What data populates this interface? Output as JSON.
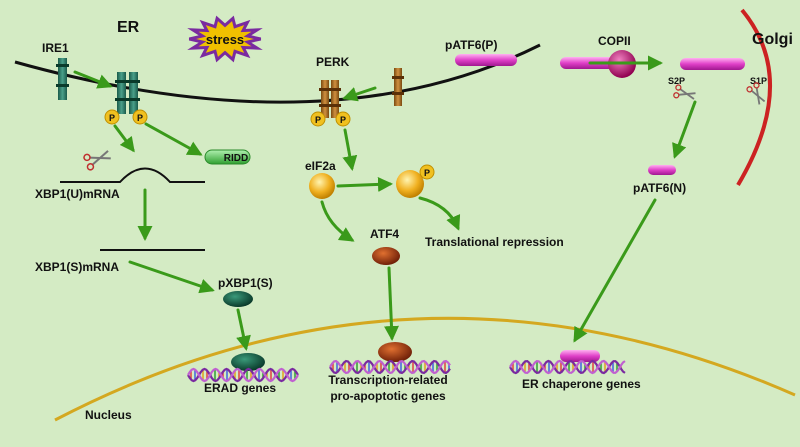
{
  "diagram": {
    "compartments": {
      "er": "ER",
      "golgi": "Golgi",
      "nucleus": "Nucleus"
    },
    "stress_label": "stress",
    "ire1_branch": {
      "sensor": "IRE1",
      "phospho": "P",
      "ridd": "RIDD",
      "unspliced_mrna": "XBP1(U)mRNA",
      "spliced_mrna": "XBP1(S)mRNA",
      "protein": "pXBP1(S)",
      "target_genes": "ERAD genes"
    },
    "perk_branch": {
      "sensor": "PERK",
      "phospho": "P",
      "eif2a": "eIF2a",
      "repression": "Translational repression",
      "atf4": "ATF4",
      "target_genes_line1": "Transcription-related",
      "target_genes_line2": "pro-apoptotic genes"
    },
    "atf6_branch": {
      "precursor": "pATF6(P)",
      "transport": "COPII",
      "protease_s2p": "S2P",
      "protease_s1p": "S1P",
      "cleaved": "pATF6(N)",
      "target_genes": "ER chaperone genes"
    },
    "colors": {
      "background": "#d4ebc4",
      "arrow": "#3a9a1a",
      "membrane": "#111111",
      "nuclear_envelope": "#d4a820",
      "golgi": "#cc2222",
      "ire1": "#2a7a6a",
      "perk": "#b07020",
      "atf6": "#e040c8",
      "phospho": "#f0c020",
      "stress_star": "#7a2aa0",
      "stress_fill": "#f0c000",
      "xbp1_protein": "#1a5a4a",
      "atf4": "#a03a10",
      "ridd": "#5acc5a",
      "eif2a": "#f0b020"
    }
  }
}
